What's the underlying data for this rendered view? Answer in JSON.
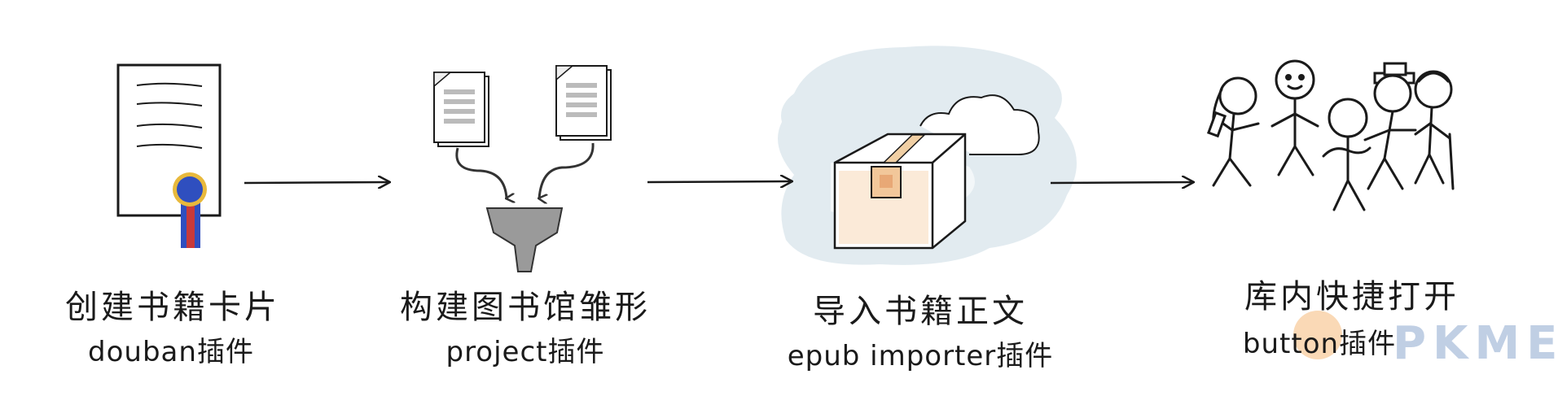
{
  "steps": [
    {
      "title": "创建书籍卡片",
      "subtitle": "douban插件"
    },
    {
      "title": "构建图书馆雏形",
      "subtitle": "project插件"
    },
    {
      "title": "导入书籍正文",
      "subtitle": "epub importer插件"
    },
    {
      "title": "库内快捷打开",
      "subtitle": "button插件"
    }
  ],
  "watermark": {
    "text": "PKMER"
  },
  "colors": {
    "ink": "#1a1a1a",
    "seal_blue": "#2f4fbf",
    "seal_red": "#c83a3a",
    "seal_gold": "#e8b93c",
    "cloud_blob": "#dfe9ee",
    "box_tint": "#f7d9b8",
    "funnel_gray": "#9a9a9a",
    "watermark_orange": "#f6b97a",
    "watermark_blue": "#8ea8cf"
  },
  "icons": [
    "certificate-icon",
    "documents-merge-icon",
    "box-cloud-icon",
    "people-icon"
  ]
}
